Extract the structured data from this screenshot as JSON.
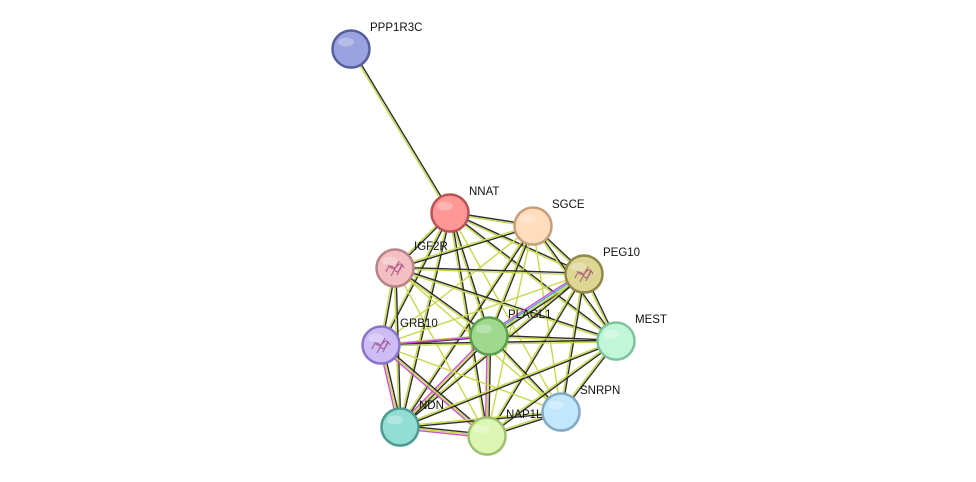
{
  "network": {
    "nodes": [
      {
        "id": "PPP1R3C",
        "label": "PPP1R3C",
        "fill": "#9aa2df",
        "stroke": "#555f9f",
        "art": false
      },
      {
        "id": "NNAT",
        "label": "NNAT",
        "fill": "#ff9797",
        "stroke": "#b95353",
        "art": false
      },
      {
        "id": "SGCE",
        "label": "SGCE",
        "fill": "#ffdcbb",
        "stroke": "#c79e7b",
        "art": false
      },
      {
        "id": "IGF2R",
        "label": "IGF2R",
        "fill": "#f3bfc3",
        "stroke": "#b88389",
        "art": true
      },
      {
        "id": "PEG10",
        "label": "PEG10",
        "fill": "#ddd592",
        "stroke": "#8f8848",
        "art": true
      },
      {
        "id": "PLAGL1",
        "label": "PLAGL1",
        "fill": "#9ed98e",
        "stroke": "#5c9f4c",
        "art": false
      },
      {
        "id": "GRB10",
        "label": "GRB10",
        "fill": "#ccbdf6",
        "stroke": "#8b73c9",
        "art": true
      },
      {
        "id": "MEST",
        "label": "MEST",
        "fill": "#c2f6d8",
        "stroke": "#7ec59e",
        "art": false
      },
      {
        "id": "SNRPN",
        "label": "SNRPN",
        "fill": "#c2e6fb",
        "stroke": "#82aac2",
        "art": false
      },
      {
        "id": "NDN",
        "label": "NDN",
        "fill": "#92ddd4",
        "stroke": "#4d9a91",
        "art": false
      },
      {
        "id": "NAP1L",
        "label": "NAP1L",
        "fill": "#dbf7b3",
        "stroke": "#9fc06f",
        "art": false
      }
    ],
    "edges": [
      [
        "PPP1R3C",
        "NNAT",
        [
          "#2d2d2d",
          "#c8d84d"
        ]
      ],
      [
        "NNAT",
        "SGCE",
        [
          "#2d2d2d",
          "#c8d84d"
        ]
      ],
      [
        "NNAT",
        "IGF2R",
        [
          "#2d2d2d",
          "#c8d84d"
        ]
      ],
      [
        "NNAT",
        "PEG10",
        [
          "#2d2d2d",
          "#c8d84d"
        ]
      ],
      [
        "NNAT",
        "PLAGL1",
        [
          "#2d2d2d",
          "#c8d84d"
        ]
      ],
      [
        "NNAT",
        "GRB10",
        [
          "#2d2d2d",
          "#c8d84d"
        ]
      ],
      [
        "NNAT",
        "MEST",
        [
          "#2d2d2d",
          "#c8d84d"
        ]
      ],
      [
        "NNAT",
        "SNRPN",
        [
          "#c8d84d"
        ]
      ],
      [
        "NNAT",
        "NDN",
        [
          "#2d2d2d",
          "#c8d84d"
        ]
      ],
      [
        "NNAT",
        "NAP1L",
        [
          "#2d2d2d",
          "#c8d84d"
        ]
      ],
      [
        "SGCE",
        "IGF2R",
        [
          "#2d2d2d",
          "#c8d84d"
        ]
      ],
      [
        "SGCE",
        "PEG10",
        [
          "#2d2d2d",
          "#c8d84d"
        ]
      ],
      [
        "SGCE",
        "PLAGL1",
        [
          "#2d2d2d",
          "#c8d84d"
        ]
      ],
      [
        "SGCE",
        "GRB10",
        [
          "#c8d84d"
        ]
      ],
      [
        "SGCE",
        "MEST",
        [
          "#2d2d2d",
          "#c8d84d"
        ]
      ],
      [
        "SGCE",
        "SNRPN",
        [
          "#c8d84d"
        ]
      ],
      [
        "SGCE",
        "NDN",
        [
          "#2d2d2d",
          "#c8d84d"
        ]
      ],
      [
        "SGCE",
        "NAP1L",
        [
          "#c8d84d"
        ]
      ],
      [
        "IGF2R",
        "PEG10",
        [
          "#2d2d2d",
          "#c8d84d"
        ]
      ],
      [
        "IGF2R",
        "PLAGL1",
        [
          "#2d2d2d",
          "#c8d84d"
        ]
      ],
      [
        "IGF2R",
        "GRB10",
        [
          "#2d2d2d",
          "#c8d84d"
        ]
      ],
      [
        "IGF2R",
        "MEST",
        [
          "#2d2d2d",
          "#c8d84d"
        ]
      ],
      [
        "IGF2R",
        "SNRPN",
        [
          "#c8d84d"
        ]
      ],
      [
        "IGF2R",
        "NDN",
        [
          "#2d2d2d",
          "#c8d84d"
        ]
      ],
      [
        "IGF2R",
        "NAP1L",
        [
          "#c8d84d"
        ]
      ],
      [
        "PEG10",
        "PLAGL1",
        [
          "#2d2d2d",
          "#c8d84d",
          "#47a8e0",
          "#d14fd1"
        ]
      ],
      [
        "PEG10",
        "GRB10",
        [
          "#c8d84d"
        ]
      ],
      [
        "PEG10",
        "MEST",
        [
          "#2d2d2d",
          "#c8d84d"
        ]
      ],
      [
        "PEG10",
        "SNRPN",
        [
          "#2d2d2d",
          "#c8d84d"
        ]
      ],
      [
        "PEG10",
        "NDN",
        [
          "#2d2d2d",
          "#c8d84d"
        ]
      ],
      [
        "PEG10",
        "NAP1L",
        [
          "#2d2d2d",
          "#c8d84d"
        ]
      ],
      [
        "PLAGL1",
        "GRB10",
        [
          "#2d2d2d",
          "#c8d84d"
        ]
      ],
      [
        "PLAGL1",
        "MEST",
        [
          "#2d2d2d",
          "#c8d84d"
        ]
      ],
      [
        "PLAGL1",
        "SNRPN",
        [
          "#2d2d2d",
          "#c8d84d"
        ]
      ],
      [
        "PLAGL1",
        "NDN",
        [
          "#2d2d2d",
          "#c8d84d",
          "#d14fd1"
        ]
      ],
      [
        "PLAGL1",
        "NAP1L",
        [
          "#2d2d2d",
          "#c8d84d",
          "#d14fd1"
        ]
      ],
      [
        "GRB10",
        "MEST",
        [
          "#2d2d2d",
          "#c8d84d"
        ]
      ],
      [
        "GRB10",
        "SNRPN",
        [
          "#c8d84d"
        ]
      ],
      [
        "GRB10",
        "NDN",
        [
          "#2d2d2d",
          "#c8d84d",
          "#d14fd1"
        ]
      ],
      [
        "GRB10",
        "NAP1L",
        [
          "#2d2d2d",
          "#c8d84d",
          "#d14fd1"
        ]
      ],
      [
        "GRB10",
        "PLAGL1",
        [
          "#d14fd1"
        ]
      ],
      [
        "MEST",
        "SNRPN",
        [
          "#2d2d2d",
          "#c8d84d"
        ]
      ],
      [
        "MEST",
        "NDN",
        [
          "#2d2d2d",
          "#c8d84d"
        ]
      ],
      [
        "MEST",
        "NAP1L",
        [
          "#2d2d2d",
          "#c8d84d"
        ]
      ],
      [
        "SNRPN",
        "NDN",
        [
          "#2d2d2d",
          "#c8d84d"
        ]
      ],
      [
        "SNRPN",
        "NAP1L",
        [
          "#2d2d2d",
          "#c8d84d"
        ]
      ],
      [
        "NDN",
        "NAP1L",
        [
          "#2d2d2d",
          "#c8d84d",
          "#d14fd1"
        ]
      ]
    ]
  }
}
